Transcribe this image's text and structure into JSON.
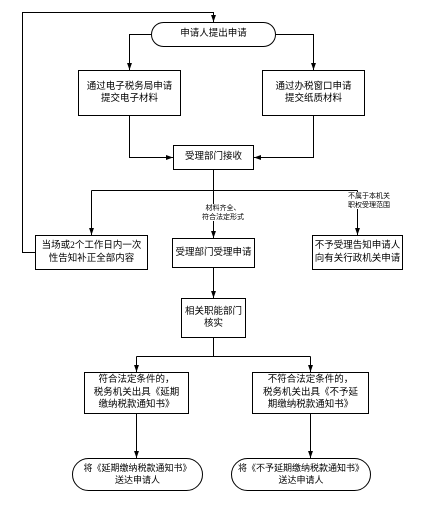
{
  "colors": {
    "stroke": "#000000",
    "background": "#ffffff"
  },
  "nodes": {
    "start": "申请人提出申请",
    "online_apply": "通过电子税务局申请\n提交电子材料",
    "window_apply": "通过办税窗口申请\n提交纸质材料",
    "receive": "受理部门接收",
    "supplement": "当场或2个工作日内一次\n性告知补正全部内容",
    "accept": "受理部门受理申请",
    "reject": "不予受理告知申请人\n向有关行政机关申请",
    "verify": "相关职能部门\n核实",
    "approve": "符合法定条件的，\n税务机关出具《延期\n缴纳税款通知书》",
    "deny": "不符合法定条件的，\n税务机关出具《不予延\n期缴纳税款通知书》",
    "deliver_approve": "将《延期缴纳税款通知书》\n送达申请人",
    "deliver_deny": "将《不予延期缴纳税款通知书》\n送达申请人"
  },
  "edge_labels": {
    "accept_condition": "材料齐全、\n符合法定形式",
    "reject_condition": "不属于本机关\n职权受理范围"
  }
}
